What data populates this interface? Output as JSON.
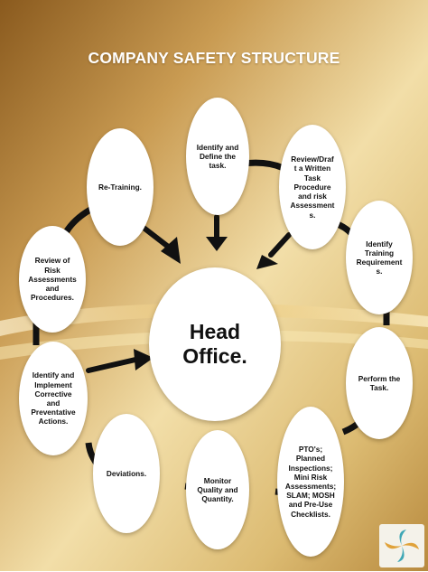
{
  "title": "COMPANY SAFETY STRUCTURE",
  "center": "Head\nOffice.",
  "nodes": {
    "identify_define": "Identify and\nDefine the\ntask.",
    "review_draft": "Review/Draf\nt a Written\nTask\nProcedure\nand risk\nAssessment\ns.",
    "identify_training": "Identify\nTraining\nRequirement\ns.",
    "perform_task": "Perform the\nTask.",
    "ptos": "PTO's;\nPlanned\nInspections;\nMini Risk\nAssessments;\nSLAM; MOSH\nand Pre-Use\nChecklists.",
    "monitor": "Monitor\nQuality and\nQuantity.",
    "deviations": "Deviations.",
    "corrective": "Identify and\nImplement\nCorrective\nand\nPreventative\nActions.",
    "review_risk": "Review of\nRisk\nAssessments\nand\nProcedures.",
    "retraining": "Re-Training."
  },
  "colors": {
    "background": "#d9b56a",
    "ring": "#111111",
    "node": "#ffffff"
  }
}
